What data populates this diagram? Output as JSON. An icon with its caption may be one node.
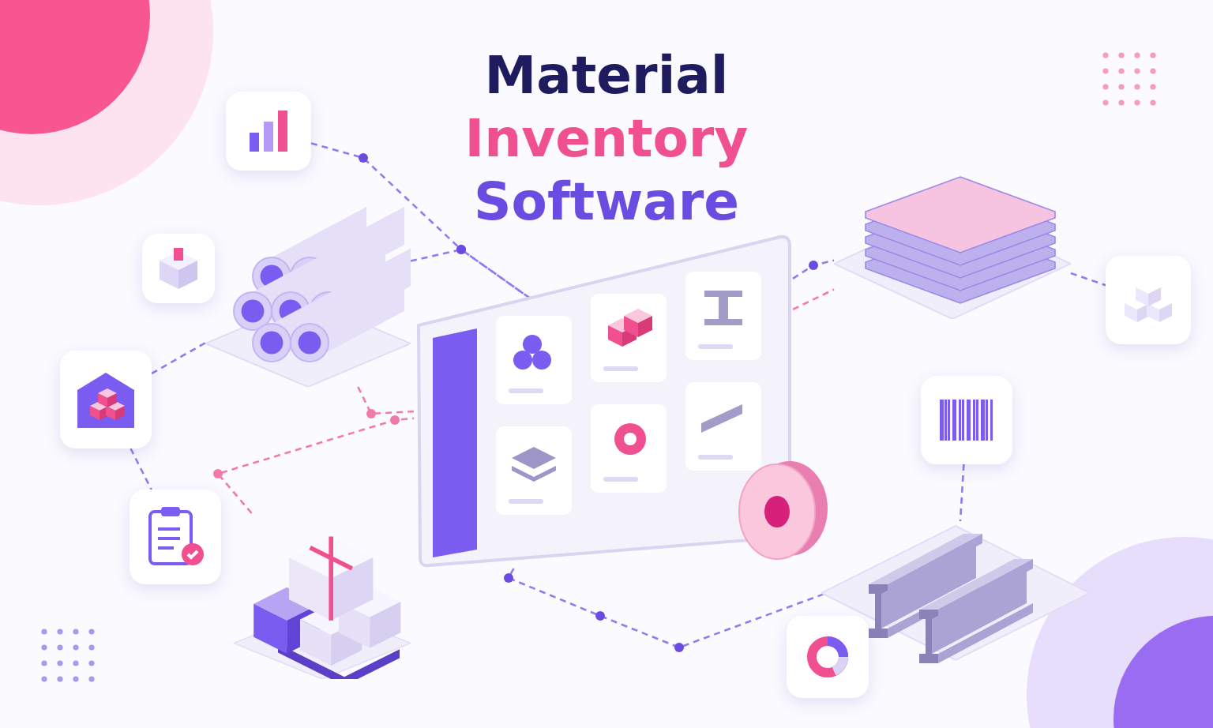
{
  "diagram": {
    "title": "Material Inventory Software",
    "nodes": [
      {
        "text": [],
        "shape": "picture"
      },
      {
        "text": [],
        "shape": "picture"
      },
      {
        "text": [],
        "shape": "picture"
      },
      {
        "text": [],
        "shape": "picture"
      },
      {
        "text": [],
        "shape": "picture"
      },
      {
        "text": [],
        "shape": "picture"
      },
      {
        "text": [],
        "shape": "picture"
      },
      {
        "text": [],
        "shape": "picture"
      },
      {
        "text": [],
        "shape": "picture"
      },
      {
        "text": [],
        "shape": "picture"
      },
      {
        "text": [],
        "shape": "picture"
      },
      {
        "text": [],
        "shape": "picture"
      },
      {
        "text": [],
        "shape": "picture"
      }
    ],
    "edges": [
      {
        "from": 0,
        "to": 6,
        "arrow": "none",
        "style": "dashed"
      },
      {
        "from": 2,
        "to": 6,
        "arrow": "none",
        "style": "dashed"
      },
      {
        "from": 3,
        "to": 2,
        "arrow": "none",
        "style": "dashed"
      },
      {
        "from": 3,
        "to": 4,
        "arrow": "none",
        "style": "dashed"
      },
      {
        "from": 5,
        "to": 6,
        "arrow": "none",
        "style": "dashed",
        "color": "#f27aa8"
      },
      {
        "from": 2,
        "to": 6,
        "arrow": "none",
        "style": "dashed",
        "color": "#f27aa8"
      },
      {
        "from": 6,
        "to": 7,
        "arrow": "none",
        "style": "dashed"
      },
      {
        "from": 6,
        "to": 7,
        "arrow": "none",
        "style": "dashed",
        "color": "#f27aa8"
      },
      {
        "from": 7,
        "to": 8,
        "arrow": "none",
        "style": "dashed"
      },
      {
        "from": 9,
        "to": 11,
        "arrow": "none",
        "style": "dashed"
      },
      {
        "from": 6,
        "to": 11,
        "arrow": "none",
        "style": "dashed"
      }
    ]
  }
}
